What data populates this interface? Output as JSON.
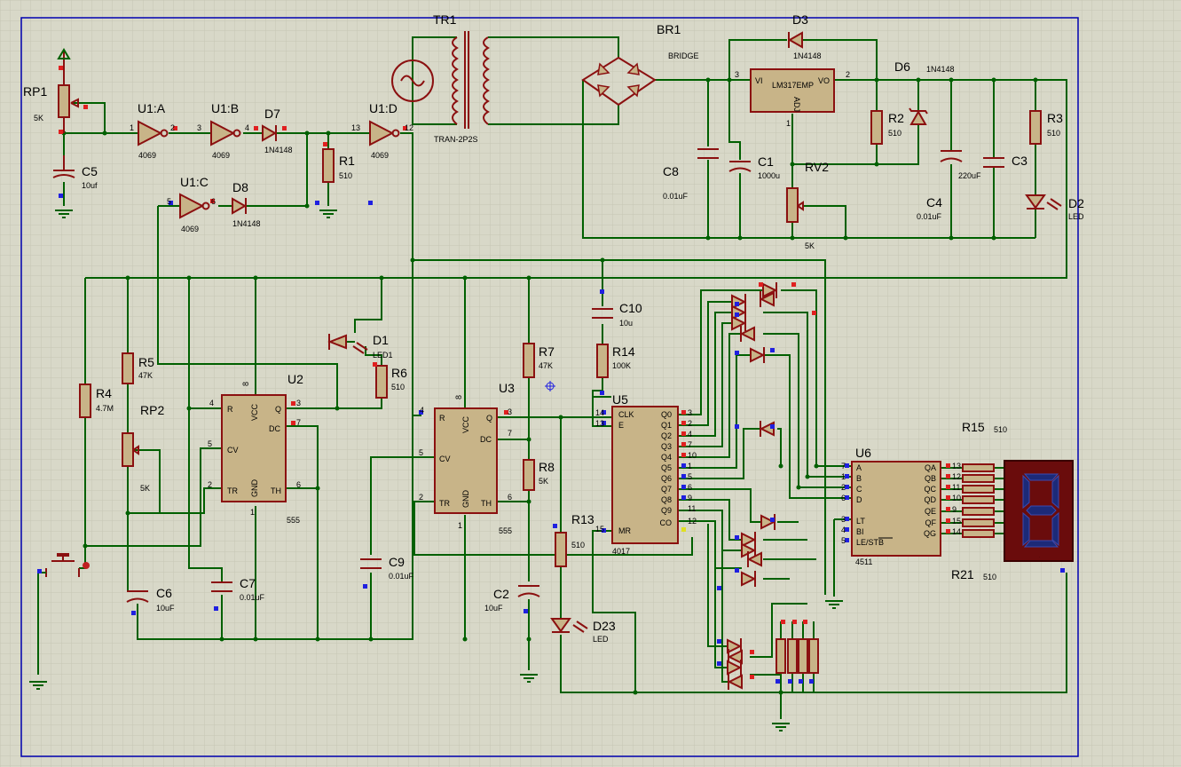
{
  "colors": {
    "wire": "#006000",
    "component": "#8b1010",
    "body": "#c8b488",
    "background": "#d8d8c8",
    "grid": "#c6c6b4",
    "frame": "#0000b0"
  },
  "components": [
    {
      "id": "tr1",
      "ref": "TR1",
      "value": "TRAN-2P2S"
    },
    {
      "id": "br1",
      "ref": "BR1",
      "value": "BRIDGE"
    },
    {
      "id": "d3",
      "ref": "D3",
      "value": "1N4148"
    },
    {
      "id": "d6",
      "ref": "D6",
      "value": "1N4148"
    },
    {
      "id": "reg",
      "ref": "LM317EMP",
      "value": "ADJ",
      "pins": {
        "vi": "VI",
        "vo": "VO",
        "adj_num": "1",
        "vi_num": "3",
        "vo_num": "2"
      }
    },
    {
      "id": "rp1",
      "ref": "RP1",
      "value": "5K"
    },
    {
      "id": "u1a",
      "ref": "U1:A",
      "value": "4069",
      "pins": [
        "1",
        "2"
      ]
    },
    {
      "id": "u1b",
      "ref": "U1:B",
      "value": "4069",
      "pins": [
        "3",
        "4"
      ]
    },
    {
      "id": "u1c",
      "ref": "U1:C",
      "value": "4069",
      "pins": [
        "5",
        "6"
      ]
    },
    {
      "id": "u1d",
      "ref": "U1:D",
      "value": "4069",
      "pins": [
        "13",
        "12"
      ]
    },
    {
      "id": "d7",
      "ref": "D7",
      "value": "1N4148"
    },
    {
      "id": "d8",
      "ref": "D8",
      "value": "1N4148"
    },
    {
      "id": "r1",
      "ref": "R1",
      "value": "510"
    },
    {
      "id": "c5",
      "ref": "C5",
      "value": "10uf"
    },
    {
      "id": "c8",
      "ref": "C8",
      "value": "0.01uF"
    },
    {
      "id": "c1",
      "ref": "C1",
      "value": "1000u"
    },
    {
      "id": "rv2",
      "ref": "RV2",
      "value": "5K"
    },
    {
      "id": "r2",
      "ref": "R2",
      "value": "510"
    },
    {
      "id": "c4",
      "ref": "C4",
      "value": "0.01uF"
    },
    {
      "id": "c3",
      "ref": "C3",
      "value": "220uF"
    },
    {
      "id": "r3",
      "ref": "R3",
      "value": "510"
    },
    {
      "id": "d2",
      "ref": "D2",
      "value": "LED"
    },
    {
      "id": "d1",
      "ref": "D1",
      "value": "LED1"
    },
    {
      "id": "r6",
      "ref": "R6",
      "value": "510"
    },
    {
      "id": "r5",
      "ref": "R5",
      "value": "47K"
    },
    {
      "id": "r4",
      "ref": "R4",
      "value": "4.7M"
    },
    {
      "id": "rp2",
      "ref": "RP2",
      "value": "5K"
    },
    {
      "id": "u2",
      "ref": "U2",
      "value": "555"
    },
    {
      "id": "u3",
      "ref": "U3",
      "value": "555"
    },
    {
      "id": "r7",
      "ref": "R7",
      "value": "47K"
    },
    {
      "id": "r8",
      "ref": "R8",
      "value": "5K"
    },
    {
      "id": "c10",
      "ref": "C10",
      "value": "10u"
    },
    {
      "id": "r14",
      "ref": "R14",
      "value": "100K"
    },
    {
      "id": "u5",
      "ref": "U5",
      "value": "4017"
    },
    {
      "id": "r13",
      "ref": "R13",
      "value": "510"
    },
    {
      "id": "d23",
      "ref": "D23",
      "value": "LED"
    },
    {
      "id": "c6",
      "ref": "C6",
      "value": "10uF"
    },
    {
      "id": "c7",
      "ref": "C7",
      "value": "0.01uF"
    },
    {
      "id": "c9",
      "ref": "C9",
      "value": "0.01uF"
    },
    {
      "id": "c2",
      "ref": "C2",
      "value": "10uF"
    },
    {
      "id": "u6",
      "ref": "U6",
      "value": "4511"
    },
    {
      "id": "r15",
      "ref": "R15",
      "value": "510"
    },
    {
      "id": "r21",
      "ref": "R21",
      "value": "510"
    }
  ],
  "timer555_pins": {
    "r": "R",
    "vcc": "VCC",
    "q": "Q",
    "dc": "DC",
    "cv": "CV",
    "tr": "TR",
    "gnd": "GND",
    "th": "TH",
    "n_r": "4",
    "n_vcc": "8",
    "n_q": "3",
    "n_dc": "7",
    "n_cv": "5",
    "n_tr": "2",
    "n_gnd": "1",
    "n_th": "6"
  },
  "cd4017_pins": {
    "left": [
      {
        "name": "CLK",
        "num": "14"
      },
      {
        "name": "E",
        "num": "13"
      },
      {
        "name": "MR",
        "num": "15"
      }
    ],
    "right": [
      {
        "name": "Q0",
        "num": "3"
      },
      {
        "name": "Q1",
        "num": "2"
      },
      {
        "name": "Q2",
        "num": "4"
      },
      {
        "name": "Q3",
        "num": "7"
      },
      {
        "name": "Q4",
        "num": "10"
      },
      {
        "name": "Q5",
        "num": "1"
      },
      {
        "name": "Q6",
        "num": "5"
      },
      {
        "name": "Q7",
        "num": "6"
      },
      {
        "name": "Q8",
        "num": "9"
      },
      {
        "name": "Q9",
        "num": "11"
      },
      {
        "name": "CO",
        "num": "12"
      }
    ]
  },
  "cd4511_pins": {
    "left": [
      {
        "name": "A",
        "num": "7"
      },
      {
        "name": "B",
        "num": "1"
      },
      {
        "name": "C",
        "num": "2"
      },
      {
        "name": "D",
        "num": "6"
      },
      {
        "name": "LT",
        "num": "3"
      },
      {
        "name": "BI",
        "num": "4"
      },
      {
        "name": "LE/STB",
        "num": "5"
      }
    ],
    "right": [
      {
        "name": "QA",
        "num": "13"
      },
      {
        "name": "QB",
        "num": "12"
      },
      {
        "name": "QC",
        "num": "11"
      },
      {
        "name": "QD",
        "num": "10"
      },
      {
        "name": "QE",
        "num": "9"
      },
      {
        "name": "QF",
        "num": "15"
      },
      {
        "name": "QG",
        "num": "14"
      }
    ]
  },
  "display": {
    "digit": "8",
    "segment_color": "#1c2a78",
    "housing_color": "#6a0c0c"
  }
}
